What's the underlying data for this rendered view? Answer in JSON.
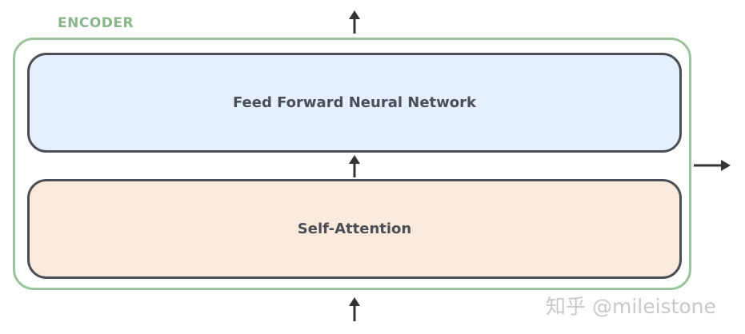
{
  "encoder": {
    "label": "ENCODER",
    "color": "#9cc49c"
  },
  "blocks": {
    "ffnn": {
      "label": "Feed Forward Neural Network",
      "fill": "#e6efff"
    },
    "self_attention": {
      "label": "Self-Attention",
      "fill": "#fcebdc"
    }
  },
  "arrows": [
    "arrow-up",
    "arrow-up",
    "arrow-up",
    "arrow-right"
  ],
  "watermark": "知乎 @mileistone"
}
